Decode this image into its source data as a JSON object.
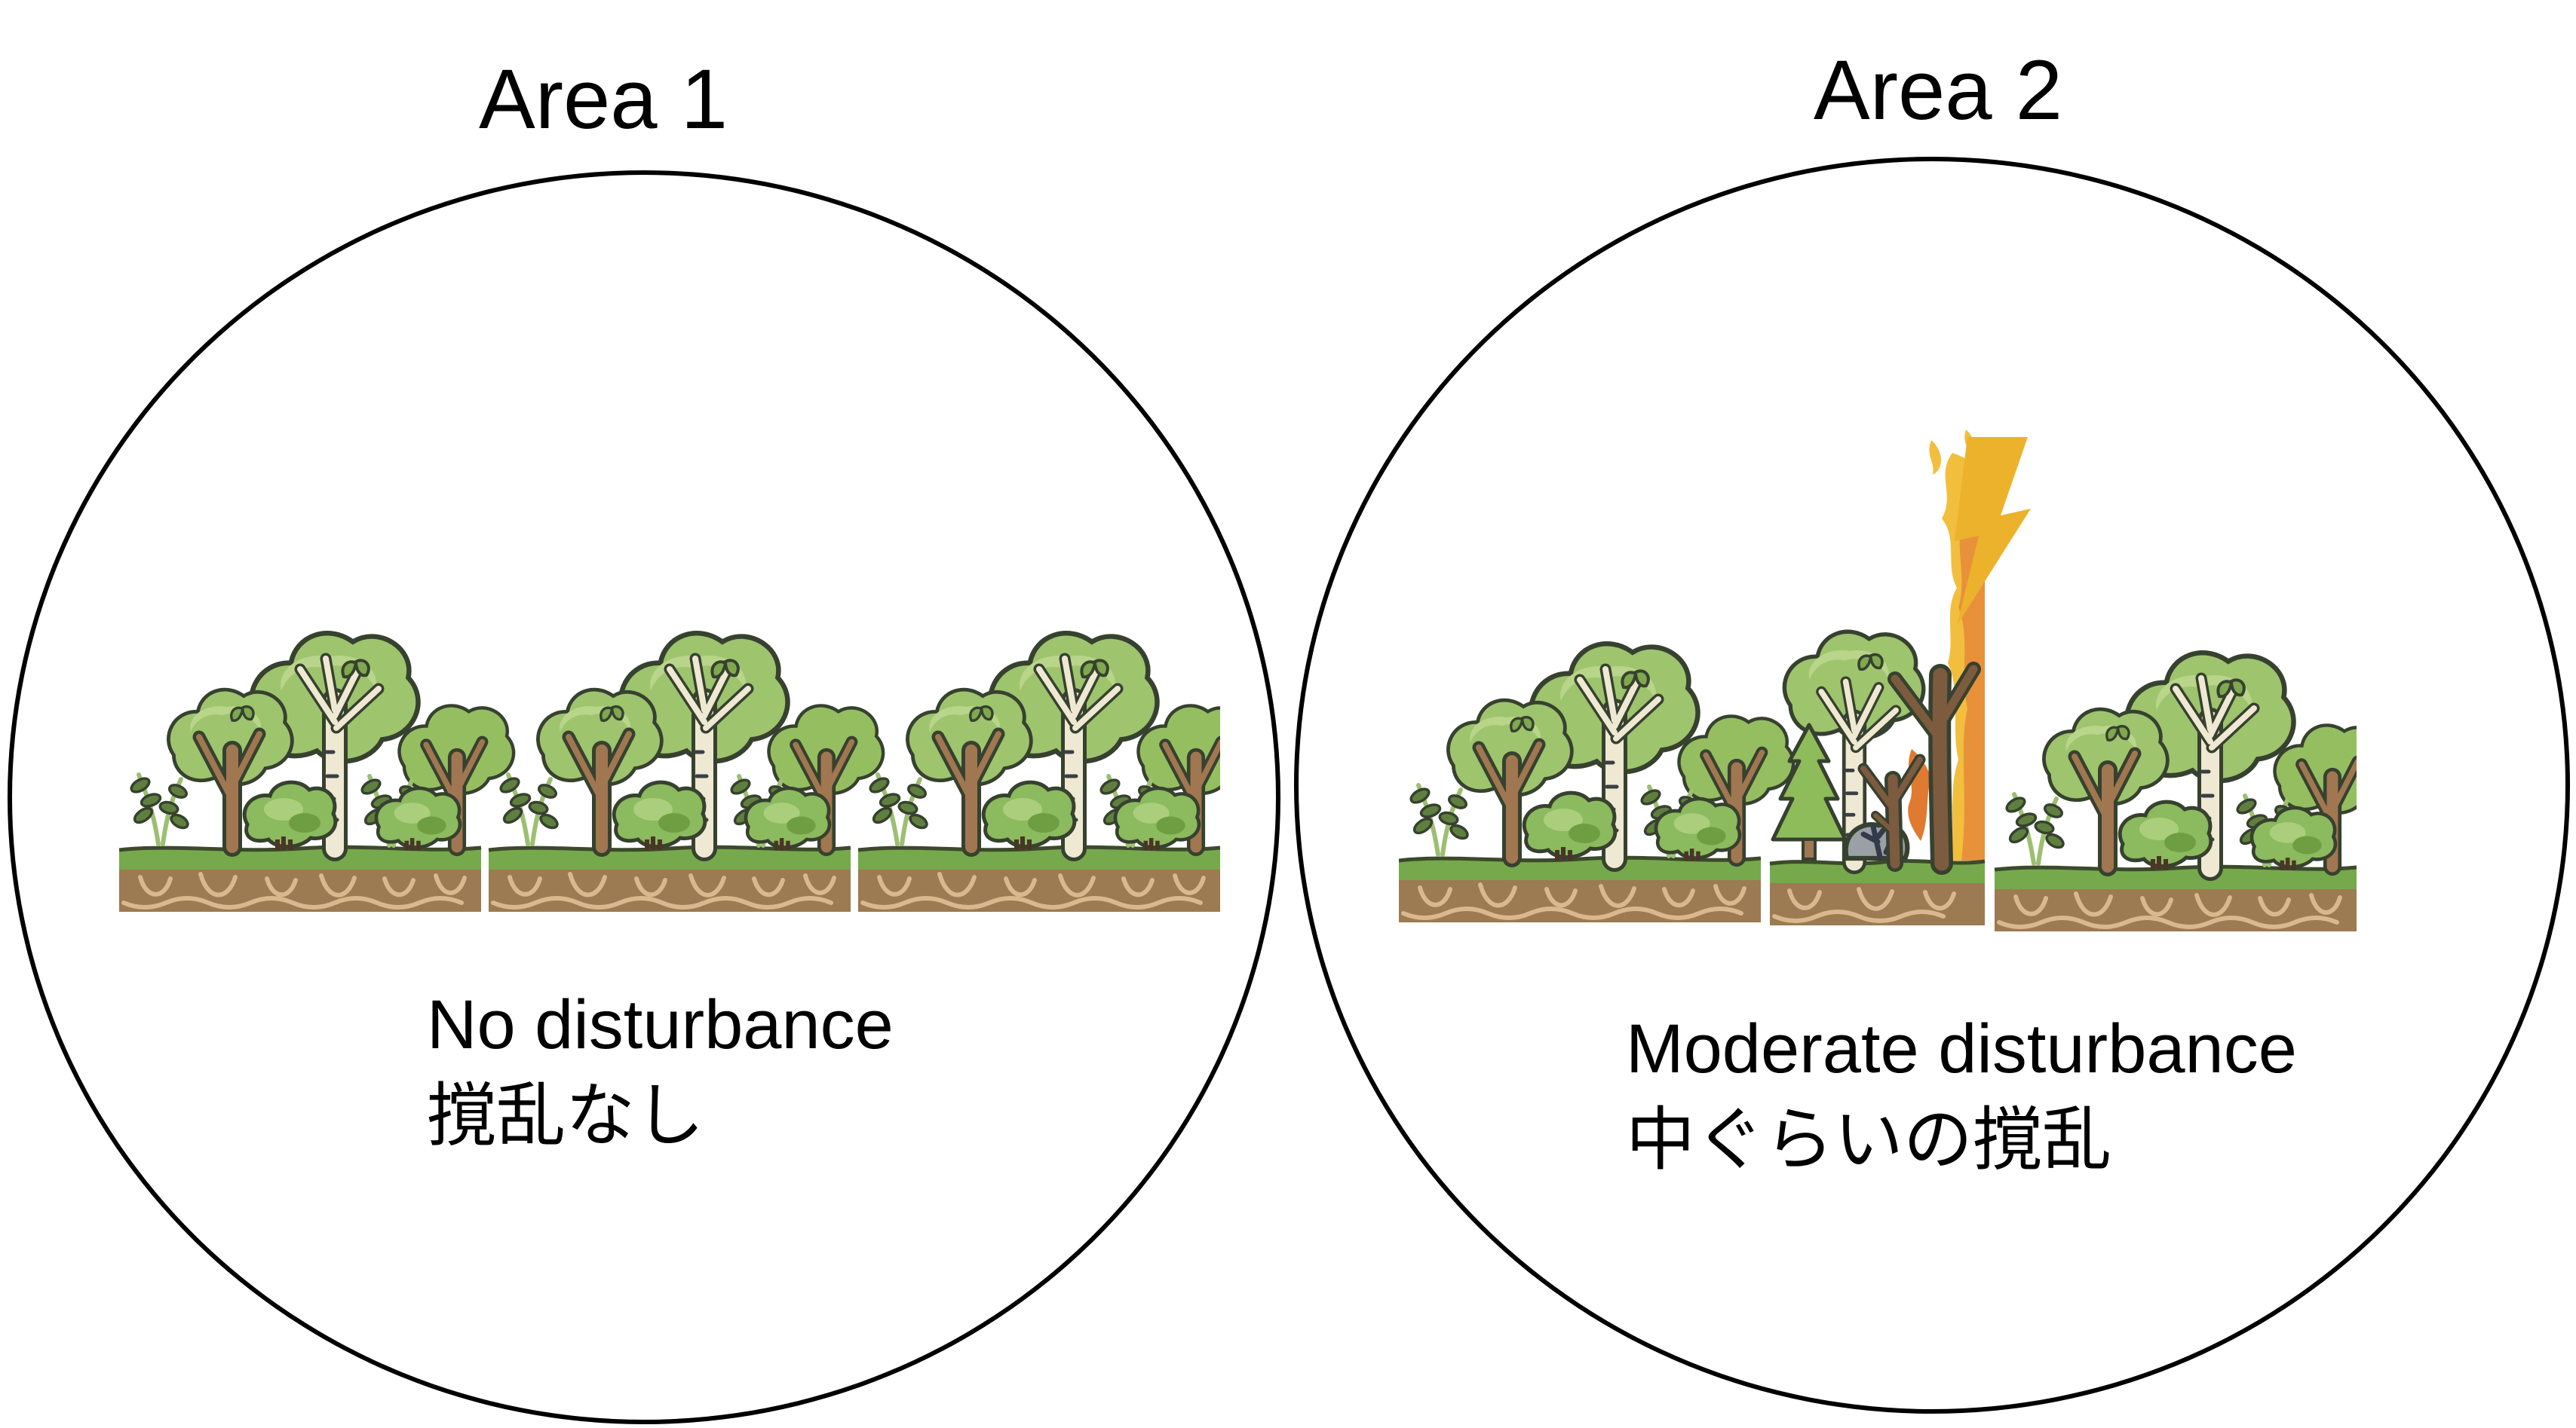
{
  "areas": [
    {
      "title": "Area 1",
      "caption_en": "No disturbance",
      "caption_ja": "撹乱なし",
      "tiles": [
        "forest-tile",
        "forest-tile",
        "forest-tile"
      ]
    },
    {
      "title": "Area 2",
      "caption_en": "Moderate disturbance",
      "caption_ja": "中ぐらいの撹乱",
      "tiles": [
        "forest-tile",
        "burning-forest-tile",
        "forest-tile"
      ],
      "icons": [
        "lightning-icon",
        "flames-icon"
      ]
    }
  ],
  "colors": {
    "lightning_yellow": "#ECB22C",
    "flame_yellow": "#F2BE3D",
    "flame_orange": "#E8913B",
    "flame_deep_orange": "#E07A30",
    "canopy_green": "#9EC46E",
    "canopy_light": "#B8D58A",
    "bush_green": "#8CBA5E",
    "trunk_brown": "#A07751",
    "burnt_trunk_brown": "#7D5B3F",
    "birch_cream": "#EFE8D2",
    "grass_green": "#76A94B",
    "soil_brown": "#9C7A52",
    "root_tan": "#D8B88C",
    "rock_grey": "#9AA0A6",
    "outline_dark": "#37412F",
    "circle_stroke": "#000000",
    "text_color": "#000000"
  }
}
